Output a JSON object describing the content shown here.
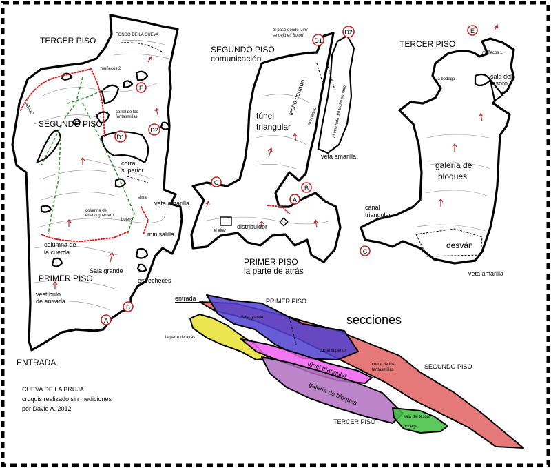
{
  "border": {
    "color": "#000000"
  },
  "stations": {
    "A": "A",
    "B": "B",
    "C": "C",
    "D1": "D1",
    "D2": "D2",
    "E": "E"
  },
  "left_map": {
    "tercer_piso": "TERCER PISO",
    "fondo": "FONDO DE LA CUEVA",
    "munecos2": "muñecos 2",
    "abajo": "ABAJO",
    "segundo_piso": "SEGUNDO PISO",
    "corral_fantasmillas_1": "corral de los",
    "corral_fantasmillas_2": "fantasmillas",
    "corral_superior_1": "corral",
    "corral_superior_2": "superior",
    "veta_amarilla": "veta amarilla",
    "sima": "sima",
    "bujero": "bujero",
    "columna_enano_1": "columna del",
    "columna_enano_2": "enano guerrero",
    "minisalilla": "minisalilla",
    "columna_cuerda_1": "columna de",
    "columna_cuerda_2": "la cuerda",
    "sala_grande": "Sala grande",
    "primer_piso": "PRIMER PISO",
    "estrecheces": "estrecheces",
    "vestibulo_1": "vestíbulo",
    "vestibulo_2": "de entrada",
    "entrada": "ENTRADA"
  },
  "middle_map": {
    "jim_note_1": "el paso donde 'Jim'",
    "jim_note_2": "se dejó el 'Botón'",
    "segundo_piso": "SEGUNDO PISO",
    "comunicacion": "comunicación",
    "techo_cortado": "techo cortado",
    "rampa": "ramnadas",
    "techo_cortado_2": "al otro lado del techo cortado",
    "tunel_1": "túnel",
    "tunel_2": "triangular",
    "veta_amarilla": "veta amarilla",
    "el_altar": "el altar",
    "distribuidor": "distribuidor",
    "primer_piso": "PRIMER PISO",
    "parte_atras": "la parte de atrás"
  },
  "right_map": {
    "tercer_piso": "TERCER PISO",
    "munecos1": "muñecos 1",
    "la_bodega": "la bodega",
    "sala_tesoro_1": "sala del",
    "sala_tesoro_2": "tesoro",
    "galeria_1": "galería de",
    "galeria_2": "bloques",
    "canal_1": "canal",
    "canal_2": "triangular",
    "desvan": "desván",
    "veta_amarilla": "veta amarilla"
  },
  "sections": {
    "title": "secciones",
    "entrada": "entrada",
    "primer_piso": "PRIMER PISO",
    "sala_grande": "Sala grande",
    "parte_atras": "la parte de atrás",
    "corral_superior": "corral superior",
    "corral_fantasmillas_1": "corral de los",
    "corral_fantasmillas_2": "fantasmillas",
    "segundo_piso": "SEGUNDO PISO",
    "tunel_triangular": "túnel triangular",
    "galeria_bloques": "galería de bloques",
    "sala_tesoro": "sala del tesoro",
    "bodega": "bodega",
    "tercer_piso": "TERCER PISO",
    "colors": {
      "primer_piso": "#5040d0",
      "parte_atras": "#e8e030",
      "segundo_piso": "#e06060",
      "tunel": "#f060f0",
      "galeria": "#b070c0",
      "sala_tesoro": "#40c040"
    }
  },
  "credits": {
    "line1": "CUEVA DE LA BRUJA",
    "line2": "croquis realizado sin mediciones",
    "line3": "por David A. 2012"
  }
}
